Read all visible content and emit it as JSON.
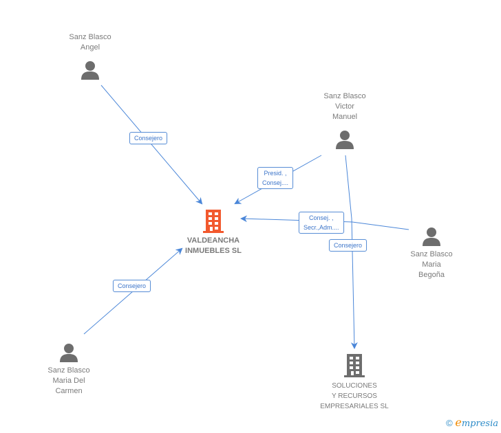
{
  "colors": {
    "edge": "#4a86d8",
    "person_icon": "#6d6d6d",
    "main_company_icon": "#f2592e",
    "company_icon": "#6d6d6d",
    "label_text": "#7a7a7a"
  },
  "nodes": {
    "angel": {
      "type": "person",
      "icon": "person-icon",
      "lines": [
        "Sanz Blasco",
        "Angel"
      ]
    },
    "victor": {
      "type": "person",
      "icon": "person-icon",
      "lines": [
        "Sanz Blasco",
        "Victor",
        "Manuel"
      ]
    },
    "begona": {
      "type": "person",
      "icon": "person-icon",
      "lines": [
        "Sanz Blasco",
        "Maria",
        "Begoña"
      ]
    },
    "carmen": {
      "type": "person",
      "icon": "person-icon",
      "lines": [
        "Sanz Blasco",
        "Maria Del",
        "Carmen"
      ]
    },
    "valdeancha": {
      "type": "company",
      "highlight": true,
      "icon": "building-icon",
      "lines": [
        "VALDEANCHA",
        "INMUEBLES SL"
      ]
    },
    "soluciones": {
      "type": "company",
      "highlight": false,
      "icon": "building-icon",
      "lines": [
        "SOLUCIONES",
        "Y RECURSOS",
        "EMPRESARIALES SL"
      ]
    }
  },
  "edges": [
    {
      "from": "angel",
      "to": "valdeancha",
      "label": [
        "Consejero"
      ]
    },
    {
      "from": "victor",
      "to": "valdeancha",
      "label": [
        "Presid. ,",
        "Consej...."
      ]
    },
    {
      "from": "begona",
      "to": "valdeancha",
      "label": [
        "Consej. ,",
        "Secr.,Adm...."
      ]
    },
    {
      "from": "carmen",
      "to": "valdeancha",
      "label": [
        "Consejero"
      ]
    },
    {
      "from": "victor",
      "to": "soluciones",
      "label": [
        "Consejero"
      ]
    }
  ],
  "footer": {
    "copyright_symbol": "©",
    "brand_initial": "e",
    "brand_rest": "mpresia"
  }
}
